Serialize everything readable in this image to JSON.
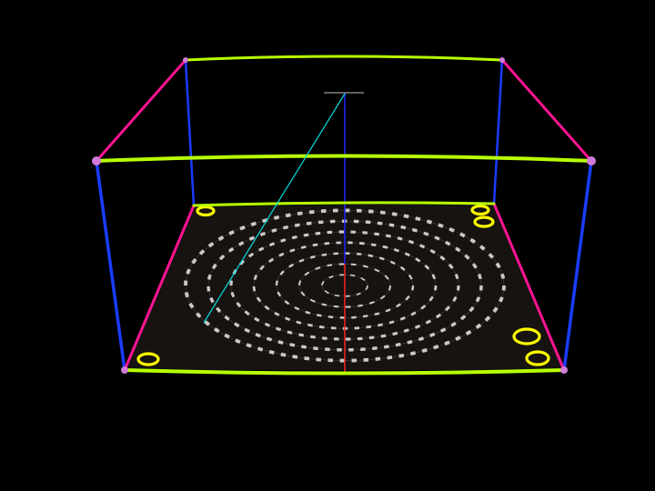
{
  "scene": {
    "background": "#000000",
    "colors": {
      "top_frame": "#b8ff00",
      "bottom_frame": "#b8ff00",
      "depth_edges": "#ff1493",
      "vertical_edges": "#1a3cff",
      "corner_markers": "#d07ad8",
      "plate": "#161310",
      "pattern": "#e8e8e8",
      "fiducials": "#ffff00",
      "axis_vertical": "#2222ff",
      "axis_red": "#ff2020",
      "probe_line": "#00e0e0",
      "crosshair": "#c0c0c0"
    },
    "bed": {
      "pattern": "concentric-rings",
      "ring_count": 7,
      "fiducial_count": 6
    },
    "icons": {
      "crosshair": "crosshair-icon",
      "fiducial": "fiducial-ring-icon"
    }
  }
}
